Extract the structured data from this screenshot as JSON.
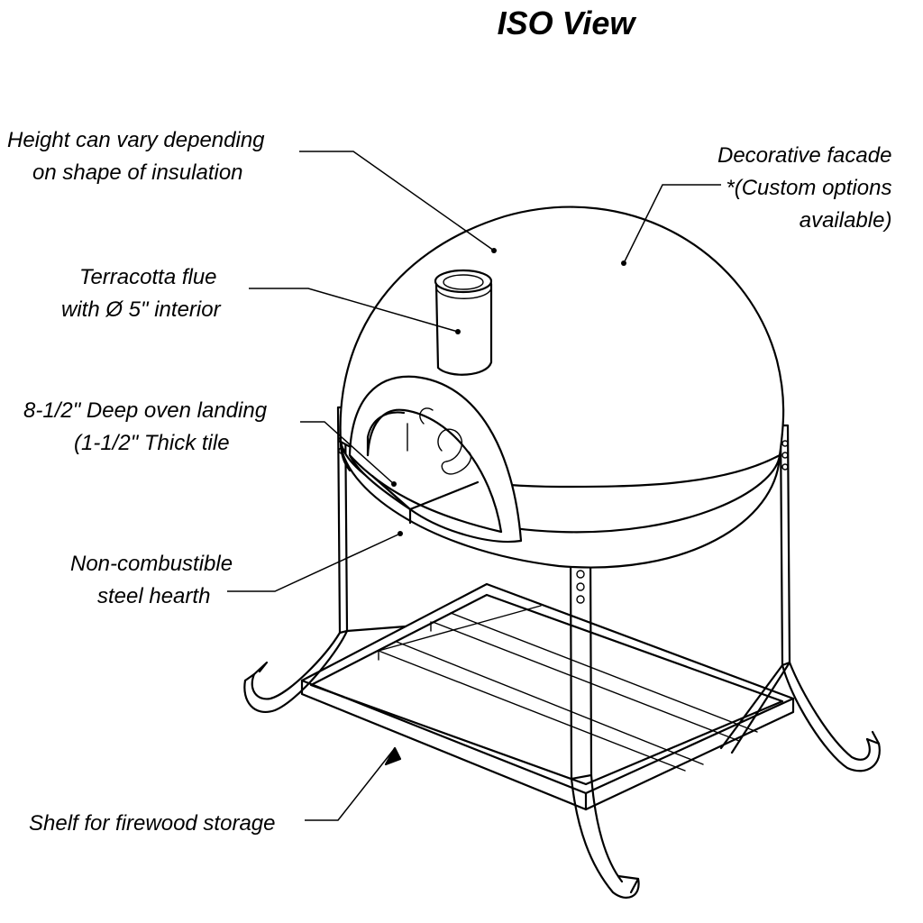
{
  "title": "ISO View",
  "callouts": {
    "height": {
      "line1": "Height can vary depending",
      "line2": "on shape of insulation"
    },
    "facade": {
      "line1": "Decorative facade",
      "line2": "*(Custom options",
      "line3": "available)"
    },
    "flue": {
      "line1": "Terracotta flue",
      "line2": "with Ø 5\"  interior"
    },
    "landing": {
      "line1": "8-1/2\" Deep oven landing",
      "line2": "(1-1/2\" Thick tile"
    },
    "hearth": {
      "line1": "Non-combustible",
      "line2": "steel hearth"
    },
    "shelf": {
      "line1": "Shelf for firewood storage"
    }
  }
}
